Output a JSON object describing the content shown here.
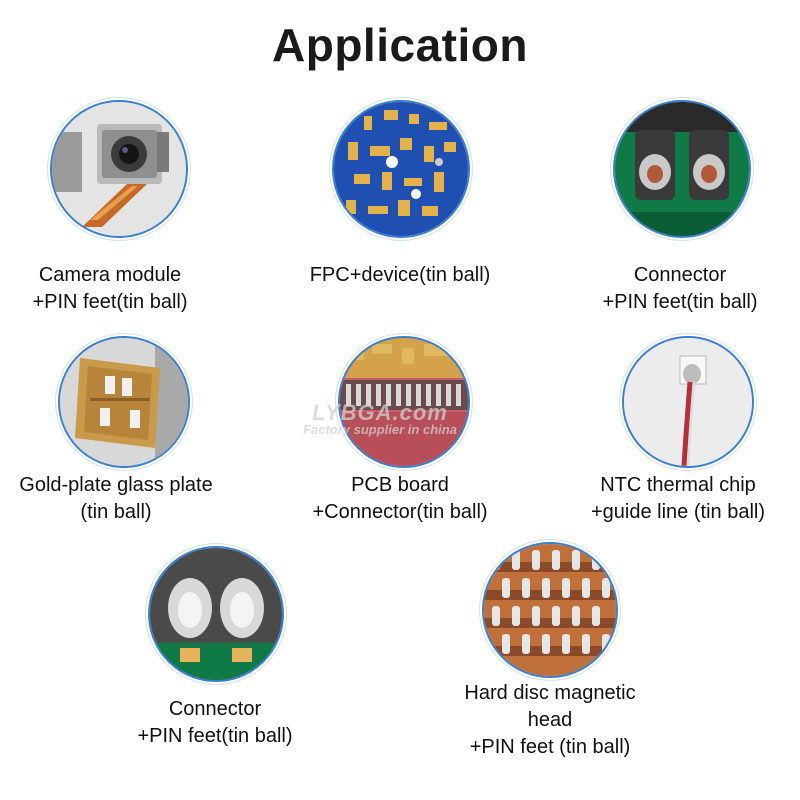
{
  "title": "Application",
  "watermark": {
    "line1": "LYBGA.com",
    "line2": "Factory supplier in china"
  },
  "items": [
    {
      "lines": [
        "Camera module",
        "+PIN feet(tin ball)"
      ]
    },
    {
      "lines": [
        "FPC+device(tin ball)"
      ]
    },
    {
      "lines": [
        "Connector",
        "+PIN feet(tin ball)"
      ]
    },
    {
      "lines": [
        "Gold-plate glass plate",
        "(tin ball)"
      ]
    },
    {
      "lines": [
        "PCB board",
        "+Connector(tin ball)"
      ]
    },
    {
      "lines": [
        "NTC thermal chip",
        "+guide line (tin ball)"
      ]
    },
    {
      "lines": [
        "Connector",
        "+PIN feet(tin ball)"
      ]
    },
    {
      "lines": [
        "Hard disc magnetic",
        "head",
        "+PIN feet (tin ball)"
      ]
    }
  ],
  "colors": {
    "ring": "#3a7fd0",
    "pcb_blue": "#1f4fb0",
    "pcb_green": "#0f7a45",
    "copper": "#c0703a"
  }
}
